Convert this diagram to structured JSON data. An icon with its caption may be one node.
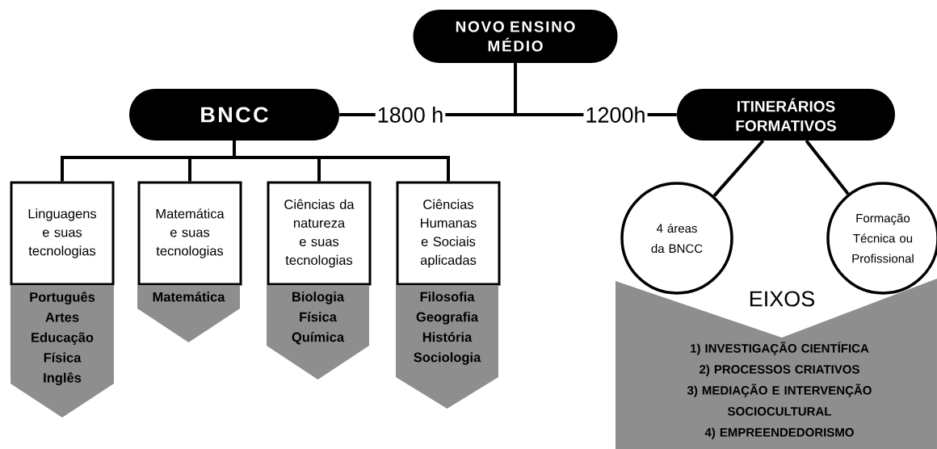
{
  "diagram": {
    "nodes": [
      {
        "text": [
          "NOVO ENSINO MÉDIO"
        ]
      },
      {
        "text": [
          "BNCC"
        ]
      },
      {
        "text": [
          "ITINERÁRIOS FORMATIVOS"
        ]
      },
      {
        "text": [
          "Linguagens e suas tecnologias"
        ]
      },
      {
        "text": [
          "Matemática e suas tecnologias"
        ]
      },
      {
        "text": [
          "Ciências da natureza e suas tecnologias"
        ]
      },
      {
        "text": [
          "Ciências Humanas e Sociais aplicadas"
        ]
      },
      {
        "text": [
          "Português",
          "Artes",
          "Educação Física",
          "Inglês"
        ]
      },
      {
        "text": [
          "Matemática"
        ]
      },
      {
        "text": [
          "Biologia",
          "Física",
          "Química"
        ]
      },
      {
        "text": [
          "Filosofia",
          "Geografia",
          "História",
          "Sociologia"
        ]
      },
      {
        "text": [
          "4 áreas da BNCC"
        ]
      },
      {
        "text": [
          "Formação Técnica ou Profissional"
        ]
      },
      {
        "text": [
          "EIXOS",
          "1) INVESTIGAÇÃO CIENTÍFICA",
          "2) PROCESSOS CRIATIVOS",
          "3) MEDIAÇÃO E INTERVENÇÃO SOCIOCULTURAL",
          "4) EMPREENDEDORISMO"
        ]
      }
    ],
    "edges": [
      {
        "from": 0,
        "to": 1,
        "arrow": "none",
        "label": "1800 h"
      },
      {
        "from": 0,
        "to": 2,
        "arrow": "none",
        "label": "1200h"
      },
      {
        "from": 1,
        "to": 3,
        "arrow": "none"
      },
      {
        "from": 1,
        "to": 4,
        "arrow": "none"
      },
      {
        "from": 1,
        "to": 5,
        "arrow": "none"
      },
      {
        "from": 1,
        "to": 6,
        "arrow": "none"
      },
      {
        "from": 2,
        "to": 11,
        "arrow": "none"
      },
      {
        "from": 2,
        "to": 12,
        "arrow": "none"
      }
    ]
  }
}
